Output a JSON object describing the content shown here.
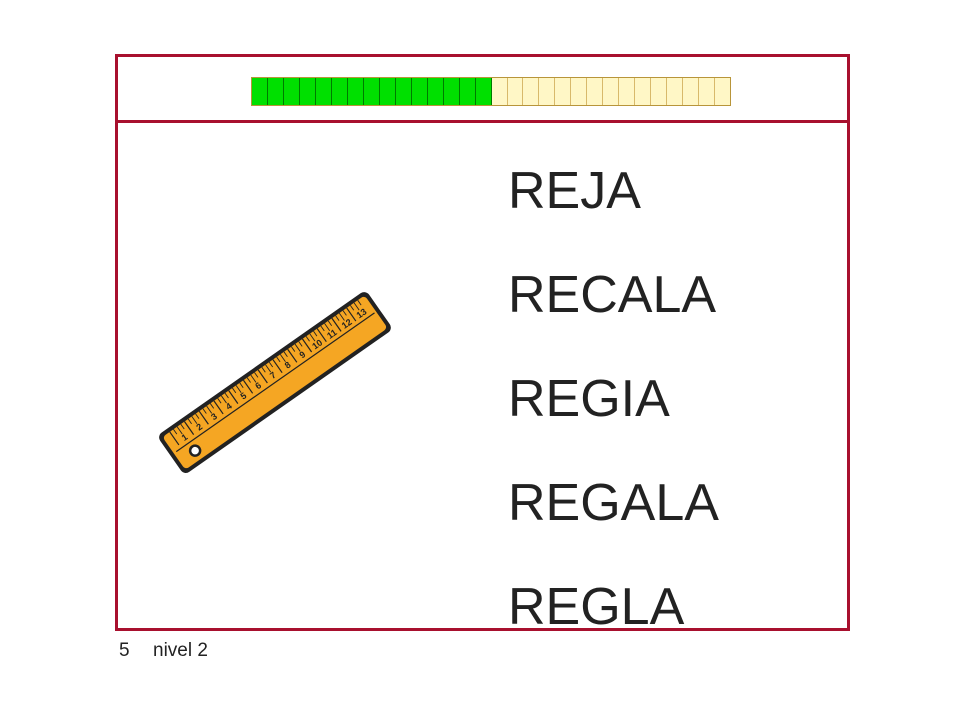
{
  "progress": {
    "total": 30,
    "completed": 15,
    "filled_color": "#00e000",
    "empty_color": "#fff7c6"
  },
  "image": {
    "name": "ruler-illustration",
    "color": "#f5a623",
    "tick_labels": [
      "1",
      "2",
      "3",
      "4",
      "5",
      "6",
      "7",
      "8",
      "9",
      "10",
      "11",
      "12",
      "13"
    ]
  },
  "options": [
    {
      "label": "REJA"
    },
    {
      "label": "RECALA"
    },
    {
      "label": "REGIA"
    },
    {
      "label": "REGALA"
    },
    {
      "label": "REGLA"
    }
  ],
  "footer": {
    "number": "5",
    "level": "nivel 2"
  },
  "colors": {
    "frame": "#a8102e"
  }
}
